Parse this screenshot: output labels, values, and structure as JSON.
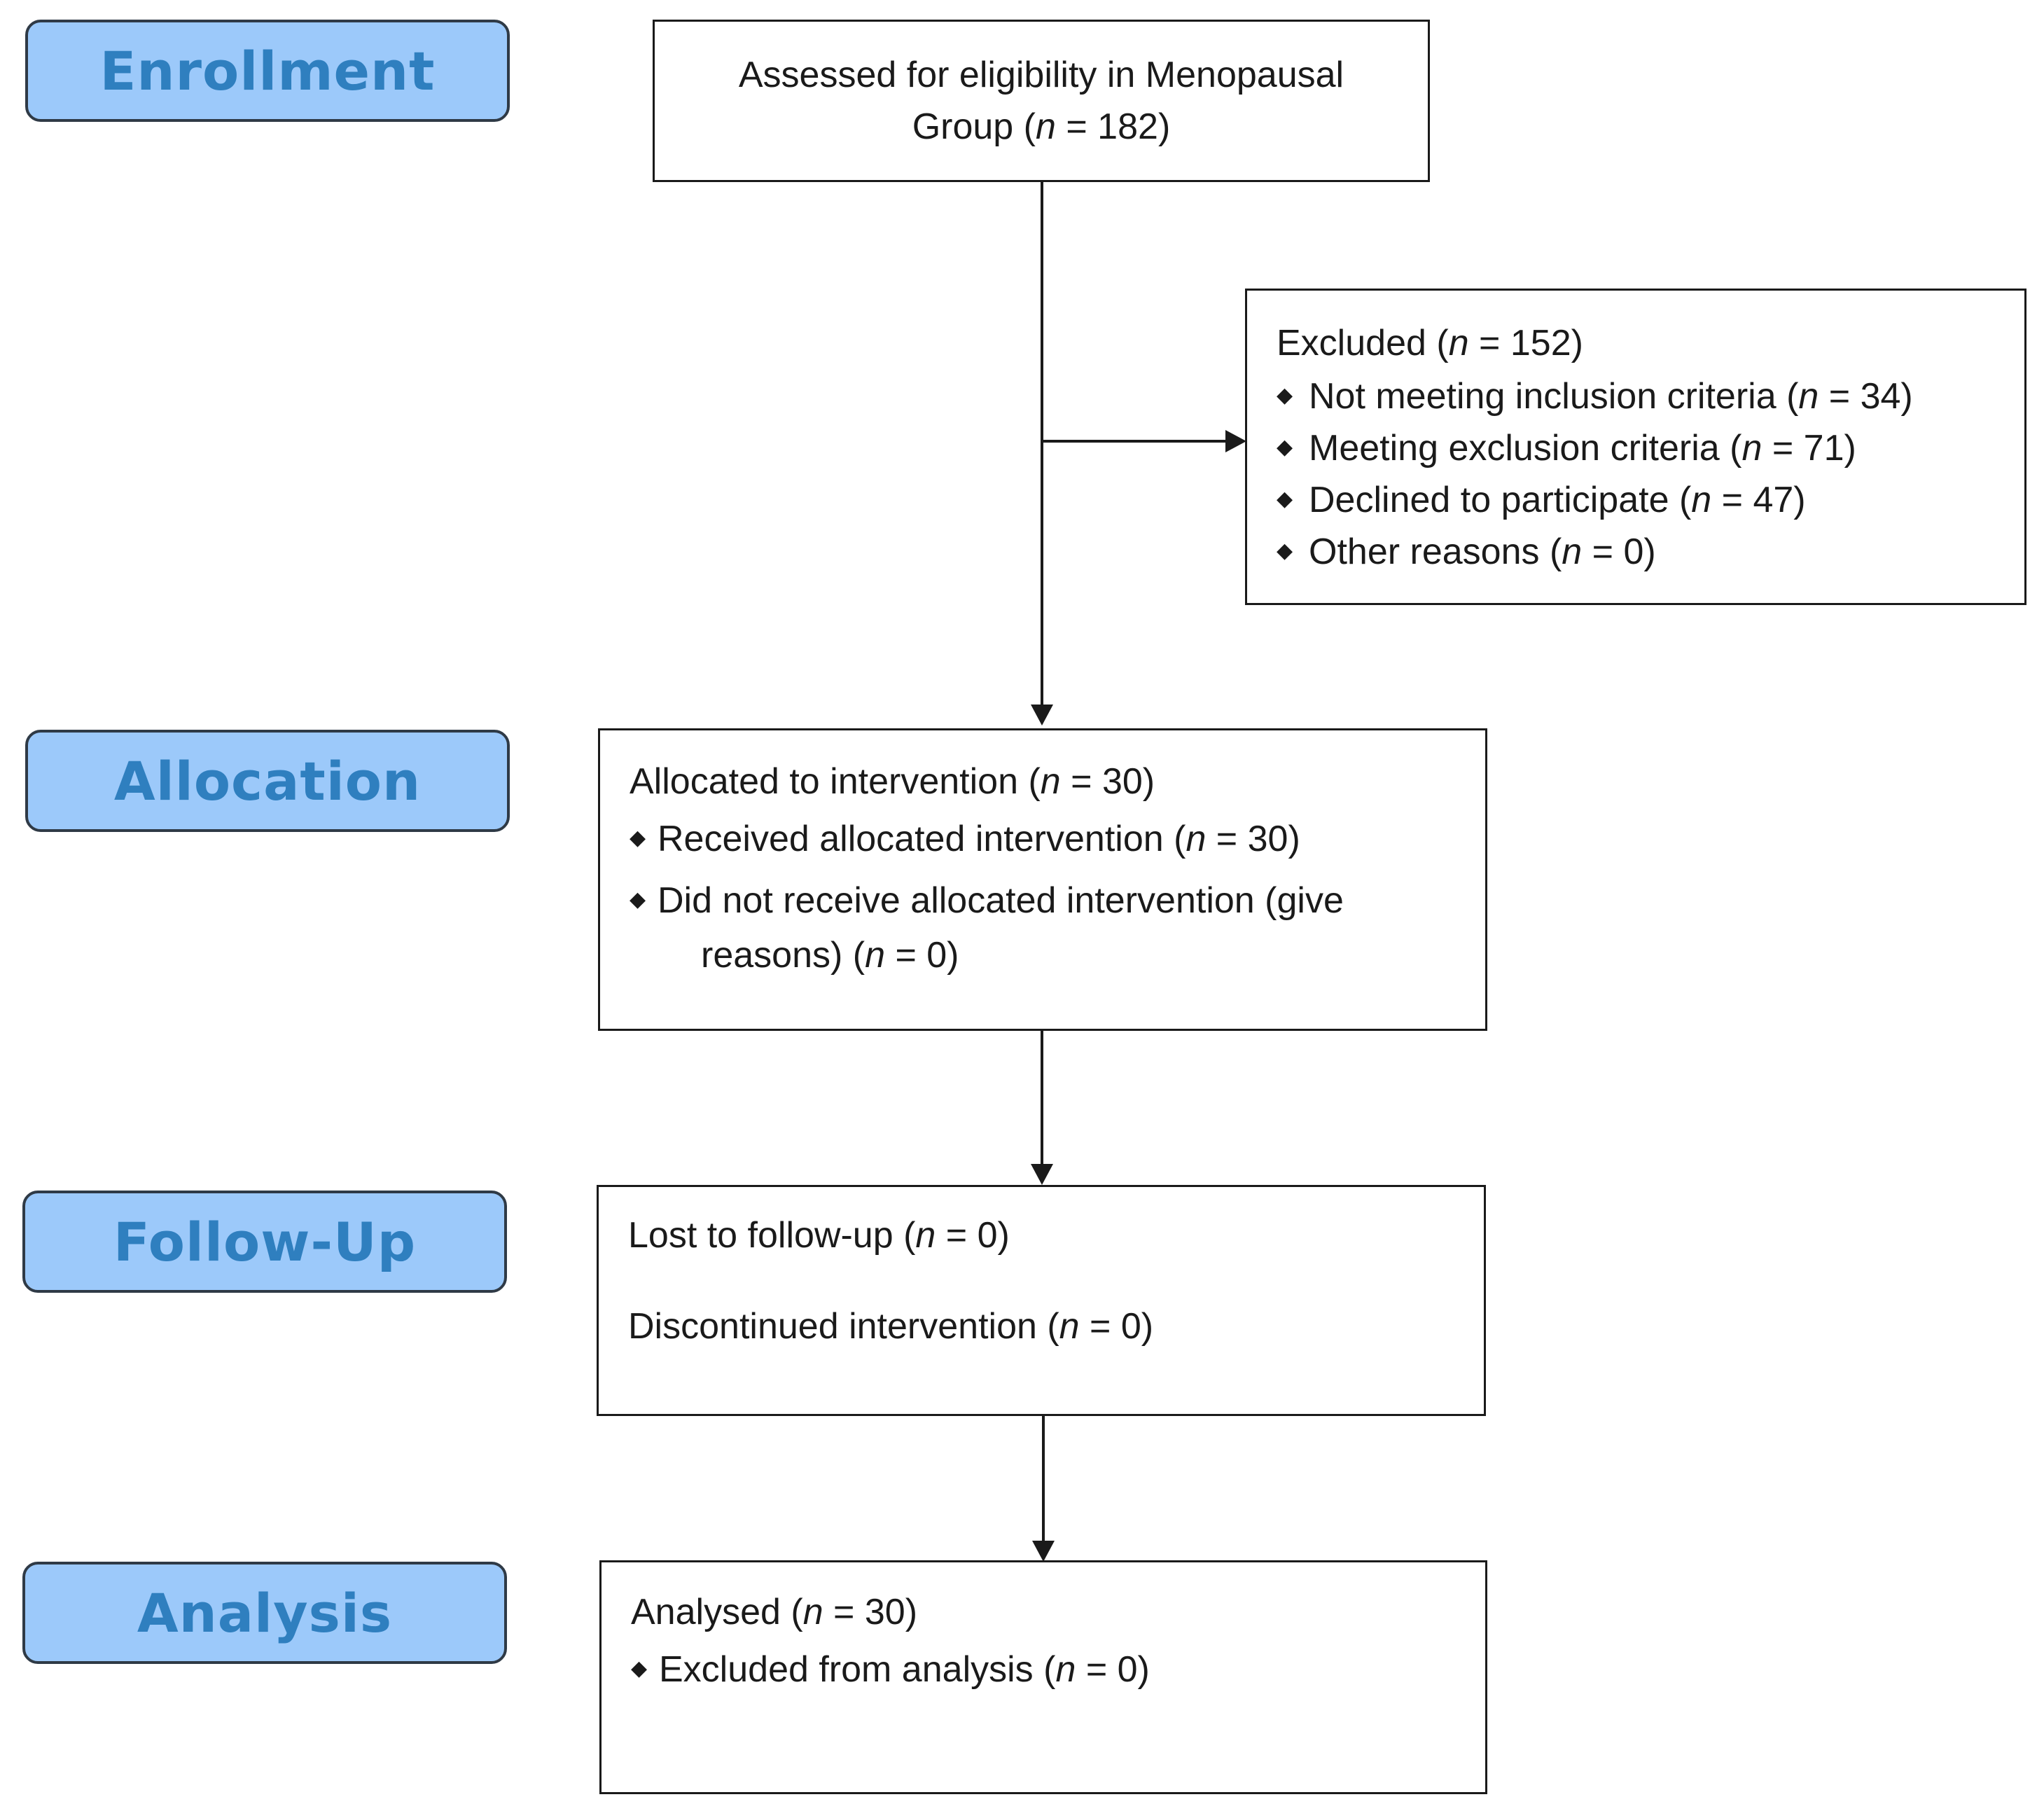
{
  "stages": {
    "enrollment": "Enrollment",
    "allocation": "Allocation",
    "follow_up": "Follow-Up",
    "analysis": "Analysis"
  },
  "assessed": {
    "line1": "Assessed for eligibility in Menopausal",
    "line2_pre": "Group (",
    "n_var": "n",
    "line2_post": " = 182)"
  },
  "excluded": {
    "title_pre": "Excluded (",
    "title_post": " = 152)",
    "items": [
      {
        "pre": "Not meeting inclusion criteria (",
        "post": " = 34)"
      },
      {
        "pre": "Meeting exclusion criteria (",
        "post": " = 71)"
      },
      {
        "pre": "Declined to participate (",
        "post": " = 47)"
      },
      {
        "pre": "Other reasons (",
        "post": " = 0)"
      }
    ]
  },
  "allocated": {
    "title_pre": "Allocated to intervention (",
    "title_post": " = 30)",
    "item1_pre": "Received allocated intervention (",
    "item1_post": " = 30)",
    "item2_line1": "Did not receive allocated intervention (give",
    "item2_line2_pre": "reasons) (",
    "item2_line2_post": " = 0)"
  },
  "followup": {
    "lost_pre": "Lost to follow-up (",
    "lost_post": " = 0)",
    "disc_pre": "Discontinued intervention (",
    "disc_post": " = 0)"
  },
  "analysis": {
    "title_pre": "Analysed (",
    "title_post": " = 30)",
    "item_pre": "Excluded from analysis (",
    "item_post": " = 0)"
  },
  "symbols": {
    "bullet": "◆",
    "n": "n"
  },
  "colors": {
    "stage_fill": "#9cc9fa",
    "stage_text": "#2f7fbf",
    "line": "#1a1a1a"
  }
}
